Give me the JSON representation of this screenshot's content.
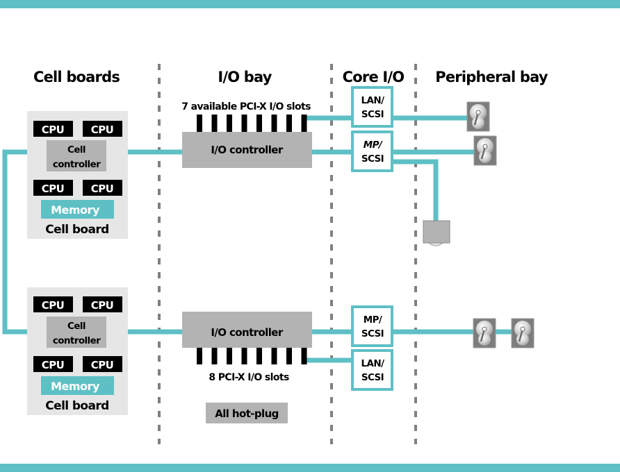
{
  "colors": {
    "accent": "#5ec0c5",
    "board_bg": "#e6e6e6",
    "controller_bg": "#b3b3b3",
    "cpu_bg": "#000000",
    "divider": "#808080",
    "disk_bg": "#7d7d7d"
  },
  "columns": {
    "cell_boards": "Cell boards",
    "io_bay": "I/O bay",
    "core_io": "Core I/O",
    "peripheral_bay": "Peripheral bay"
  },
  "cell_boards": [
    {
      "cpus": [
        "CPU",
        "CPU",
        "CPU",
        "CPU"
      ],
      "controller_line1": "Cell",
      "controller_line2": "controller",
      "memory": "Memory",
      "caption": "Cell board"
    },
    {
      "cpus": [
        "CPU",
        "CPU",
        "CPU",
        "CPU"
      ],
      "controller_line1": "Cell",
      "controller_line2": "controller",
      "memory": "Memory",
      "caption": "Cell board"
    }
  ],
  "io_bays": [
    {
      "slots_label": "7 available PCI-X I/O slots",
      "slot_count": 8,
      "controller": "I/O controller"
    },
    {
      "slots_label": "8 PCI-X I/O slots",
      "slot_count": 8,
      "controller": "I/O controller"
    }
  ],
  "hot_plug": "All hot-plug",
  "core_io": {
    "top": [
      {
        "line1": "LAN/",
        "line2": "SCSI"
      },
      {
        "line1": "MP/",
        "line2": "SCSI"
      }
    ],
    "bottom": [
      {
        "line1": "MP/",
        "line2": "SCSI"
      },
      {
        "line1": "LAN/",
        "line2": "SCSI"
      }
    ]
  },
  "peripherals": {
    "icons": [
      "hard-disk",
      "hard-disk",
      "optical-drive",
      "hard-disk",
      "hard-disk"
    ]
  }
}
